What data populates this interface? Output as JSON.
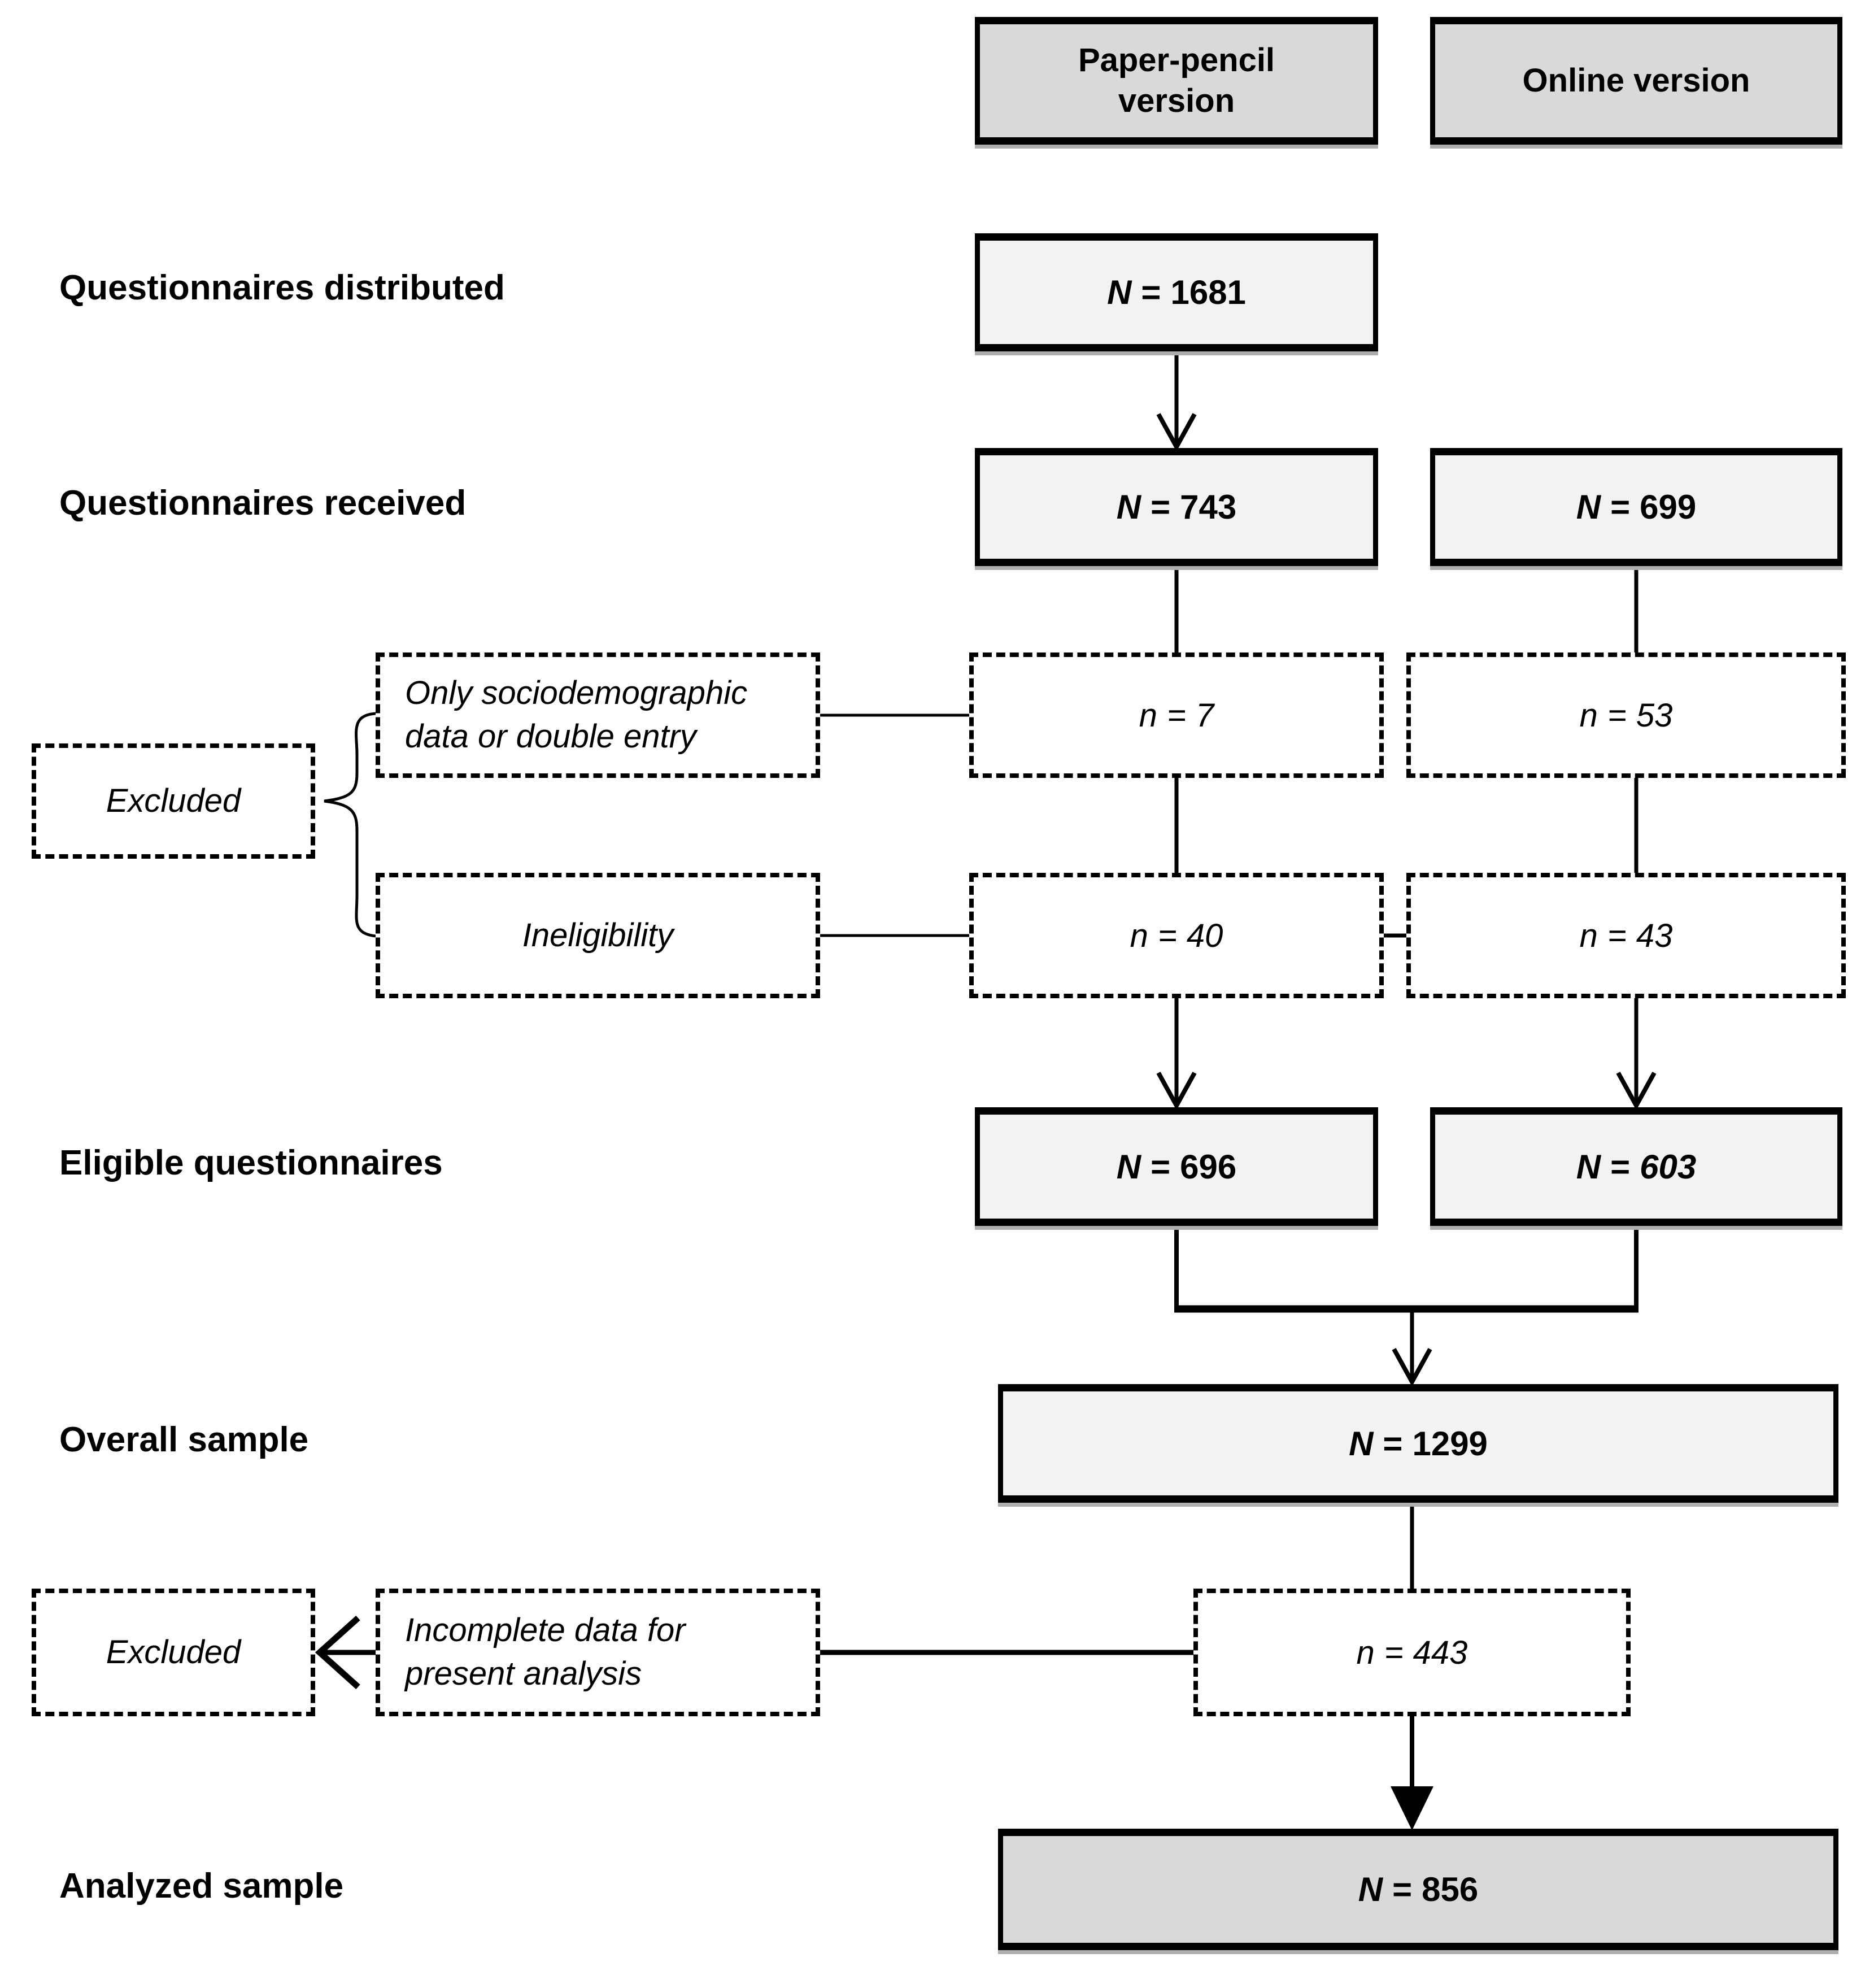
{
  "diagram_type": "questionnaire study flow diagram",
  "colors": {
    "border": "#000000",
    "box_light": "#f2f2f2",
    "box_gray": "#d9d9d9",
    "background": "#ffffff"
  },
  "column_headers": {
    "paper": "Paper-pencil version",
    "online": "Online version"
  },
  "row_labels": {
    "distributed": "Questionnaires distributed",
    "received": "Questionnaires received",
    "eligible": "Eligible questionnaires",
    "overall": "Overall sample",
    "analyzed": "Analyzed sample"
  },
  "exclusion_labels": {
    "excluded_top": "Excluded",
    "excluded_bottom": "Excluded",
    "only_socio": "Only sociodemographic data or double entry",
    "ineligibility": "Ineligibility",
    "incomplete": "Incomplete data for present analysis"
  },
  "values": {
    "distributed_paper": {
      "sym": "N",
      "eq": "=",
      "value": "1681"
    },
    "received_paper": {
      "sym": "N",
      "eq": "=",
      "value": "743"
    },
    "received_online": {
      "sym": "N",
      "eq": "=",
      "value": "699"
    },
    "excl_socio_paper": {
      "sym": "n",
      "eq": "=",
      "value": "7"
    },
    "excl_socio_online": {
      "sym": "n",
      "eq": "=",
      "value": "53"
    },
    "excl_inelig_paper": {
      "sym": "n",
      "eq": "=",
      "value": "40"
    },
    "excl_inelig_online": {
      "sym": "n",
      "eq": "=",
      "value": "43"
    },
    "eligible_paper": {
      "sym": "N",
      "eq": "=",
      "value": "696"
    },
    "eligible_online": {
      "sym": "N",
      "eq": "=",
      "value": "603"
    },
    "overall": {
      "sym": "N",
      "eq": "=",
      "value": "1299"
    },
    "excl_incomplete": {
      "sym": "n",
      "eq": "=",
      "value": "443"
    },
    "analyzed": {
      "sym": "N",
      "eq": "=",
      "value": "856"
    }
  }
}
